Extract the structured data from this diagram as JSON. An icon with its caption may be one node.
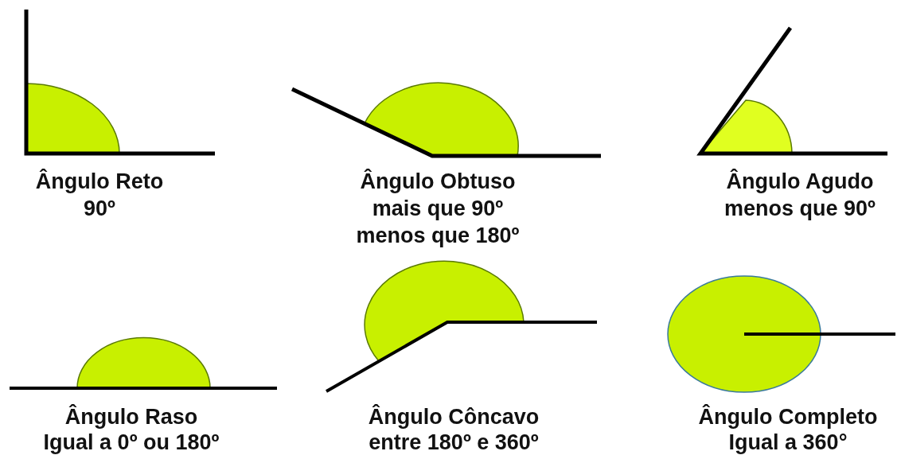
{
  "diagram": {
    "labels": [
      "Ângulo Reto",
      "90º",
      "Ângulo Obtuso",
      "mais que 90º",
      "menos que 180º",
      "Ângulo Agudo",
      "menos que 90º",
      "Ângulo Raso",
      "Igual a 0º ou 180º",
      "Ângulo Côncavo",
      "entre 180º e 360º",
      "Ângulo Completo",
      "Igual a 360°"
    ]
  }
}
